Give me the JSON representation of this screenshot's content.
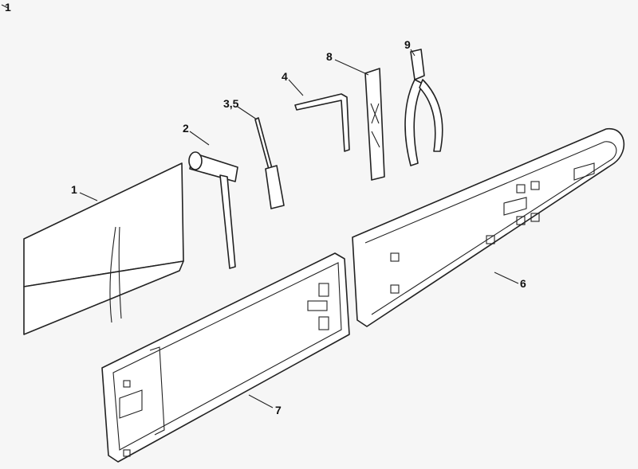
{
  "figure": {
    "figure_number": "1",
    "labels": {
      "pouch": "1",
      "wrench": "2",
      "screwdriver": "3,5",
      "hex_key": "4",
      "file_holder": "8",
      "pliers": "9",
      "long_bar_guard": "6",
      "short_bar_guard": "7"
    }
  }
}
